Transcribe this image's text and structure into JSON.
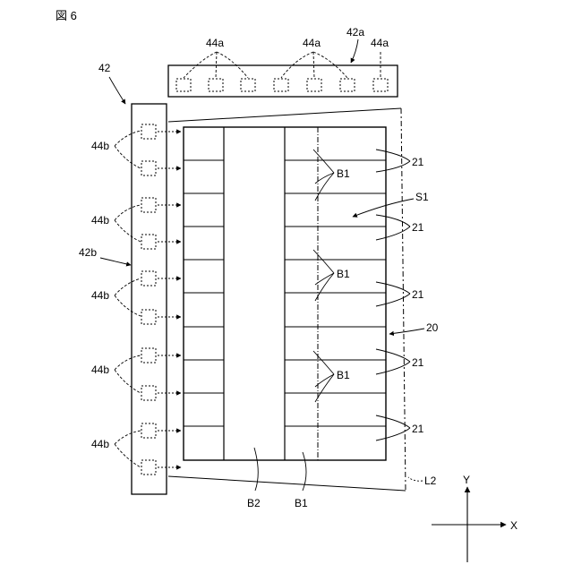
{
  "figure": {
    "title": "図 6",
    "labels": {
      "unit_42": "42",
      "unit_42a": "42a",
      "unit_42b": "42b",
      "emitter_44a": "44a",
      "emitter_44b": "44b",
      "ref_21": "21",
      "ref_20": "20",
      "region_S1": "S1",
      "region_B1": "B1",
      "region_B2": "B2",
      "line_L2": "L2",
      "axis_x": "X",
      "axis_y": "Y"
    }
  }
}
